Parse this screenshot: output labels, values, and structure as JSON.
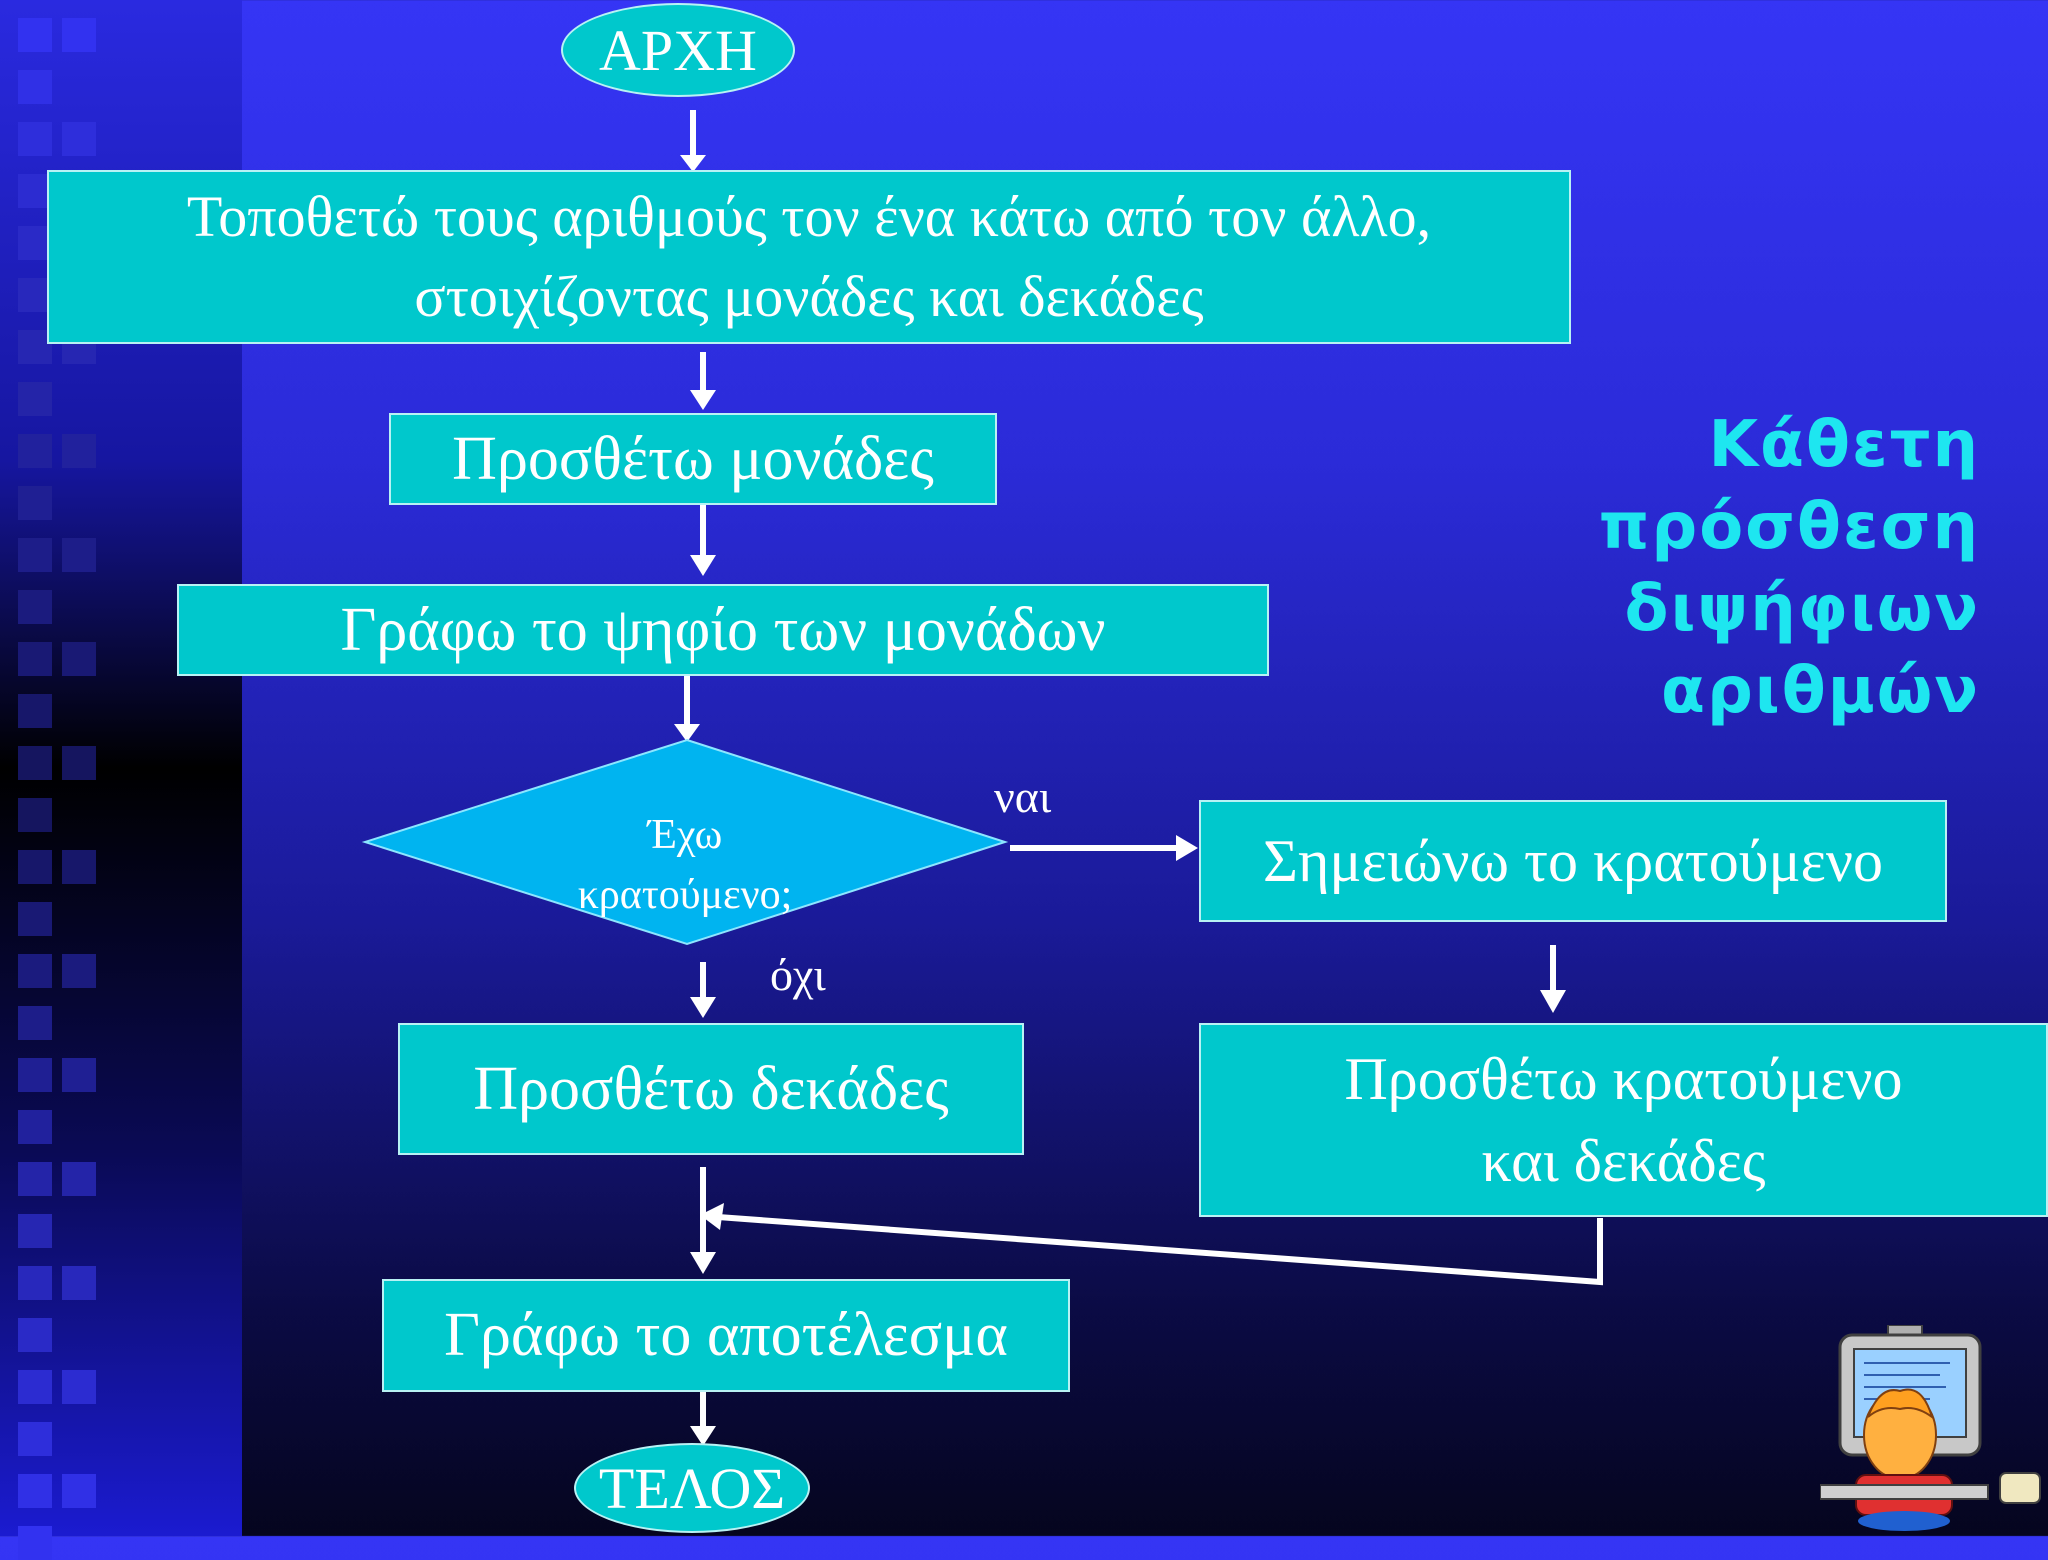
{
  "title": {
    "line1": "Κάθετη πρόσθεση",
    "line2": "διψήφιων αριθμών"
  },
  "flowchart": {
    "start": "ΑΡΧΗ",
    "step1_line1": "Τοποθετώ τους αριθμούς τον ένα κάτω από τον άλλο,",
    "step1_line2": "στοιχίζοντας μονάδες και δεκάδες",
    "step2": "Προσθέτω μονάδες",
    "step3": "Γράφω το ψηφίο των μονάδων",
    "decision_line1": "Έχω",
    "decision_line2": "κρατούμενο;",
    "yes": "ναι",
    "no": "όχι",
    "yes_step1": "Σημειώνω το κρατούμενο",
    "yes_step2_line1": "Προσθέτω κρατούμενο",
    "yes_step2_line2": "και δεκάδες",
    "no_step": "Προσθέτω δεκάδες",
    "result": "Γράφω το αποτέλεσμα",
    "end": "ΤΕΛΟΣ"
  },
  "colors": {
    "box_fill": "#00c8cc",
    "decision_fill": "#00b4f0",
    "title": "#1ee6f0"
  }
}
